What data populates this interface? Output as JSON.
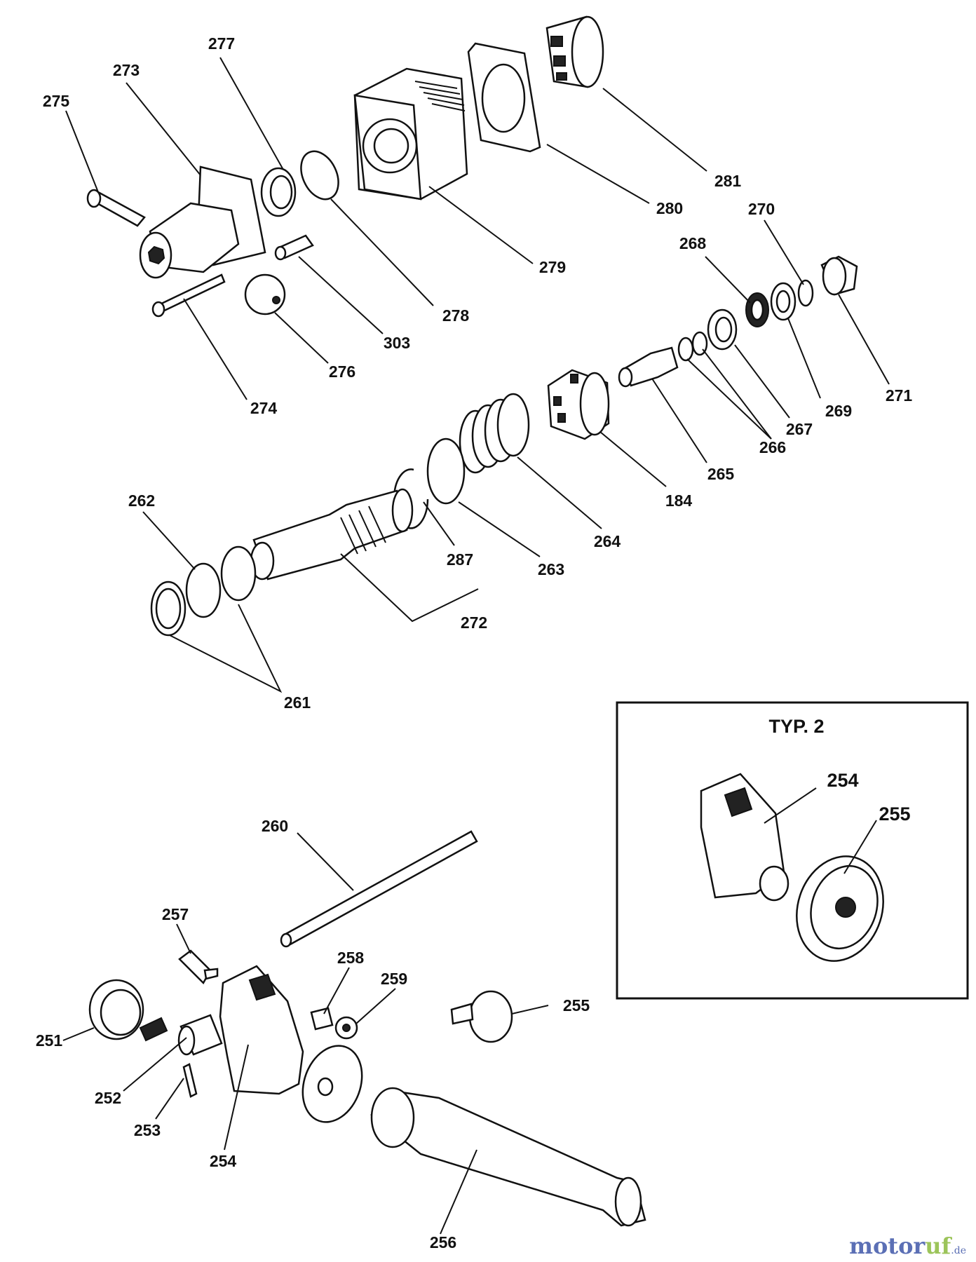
{
  "diagram": {
    "inset_title": "TYP. 2",
    "labels": {
      "l275": "275",
      "l273": "273",
      "l277": "277",
      "l281": "281",
      "l280": "280",
      "l279": "279",
      "l278": "278",
      "l303": "303",
      "l276": "276",
      "l274": "274",
      "l268": "268",
      "l270": "270",
      "l271": "271",
      "l269": "269",
      "l267": "267",
      "l266": "266",
      "l265": "265",
      "l184": "184",
      "l264": "264",
      "l263": "263",
      "l287": "287",
      "l272": "272",
      "l262": "262",
      "l261": "261",
      "l254_inset": "254",
      "l255_inset": "255",
      "l260": "260",
      "l257": "257",
      "l258": "258",
      "l259": "259",
      "l255": "255",
      "l251": "251",
      "l252": "252",
      "l253": "253",
      "l254": "254",
      "l256": "256"
    }
  },
  "watermark": {
    "part1": "motor",
    "part2": "uf",
    "part3": ".de"
  }
}
